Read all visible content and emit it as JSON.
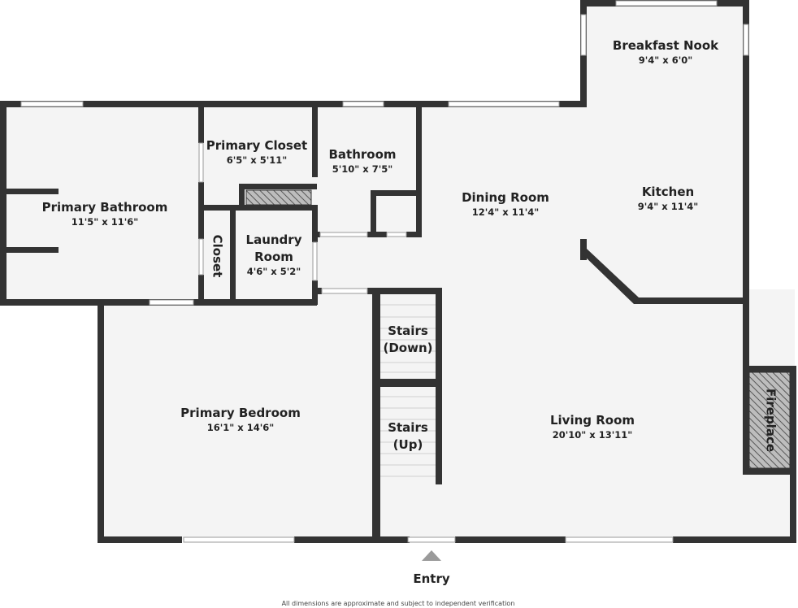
{
  "rooms": {
    "breakfast_nook": {
      "name": "Breakfast Nook",
      "dims": "9'4\" x 6'0\""
    },
    "primary_closet": {
      "name": "Primary Closet",
      "dims": "6'5\" x 5'11\""
    },
    "bathroom": {
      "name": "Bathroom",
      "dims": "5'10\" x 7'5\""
    },
    "dining_room": {
      "name": "Dining Room",
      "dims": "12'4\" x 11'4\""
    },
    "kitchen": {
      "name": "Kitchen",
      "dims": "9'4\" x 11'4\""
    },
    "primary_bathroom": {
      "name": "Primary Bathroom",
      "dims": "11'5\" x 11'6\""
    },
    "closet": {
      "name": "Closet"
    },
    "laundry_room": {
      "name_line1": "Laundry",
      "name_line2": "Room",
      "dims": "4'6\" x 5'2\""
    },
    "stairs_down": {
      "line1": "Stairs",
      "line2": "(Down)"
    },
    "stairs_up": {
      "line1": "Stairs",
      "line2": "(Up)"
    },
    "primary_bedroom": {
      "name": "Primary Bedroom",
      "dims": "16'1\" x 14'6\""
    },
    "living_room": {
      "name": "Living Room",
      "dims": "20'10\" x 13'11\""
    },
    "fireplace": {
      "name": "Fireplace"
    }
  },
  "entry": {
    "label": "Entry"
  },
  "footnote": "All dimensions are approximate and subject to independent verification",
  "colors": {
    "wall": "#333333",
    "floor": "#f4f4f4",
    "window": "#ffffff"
  }
}
